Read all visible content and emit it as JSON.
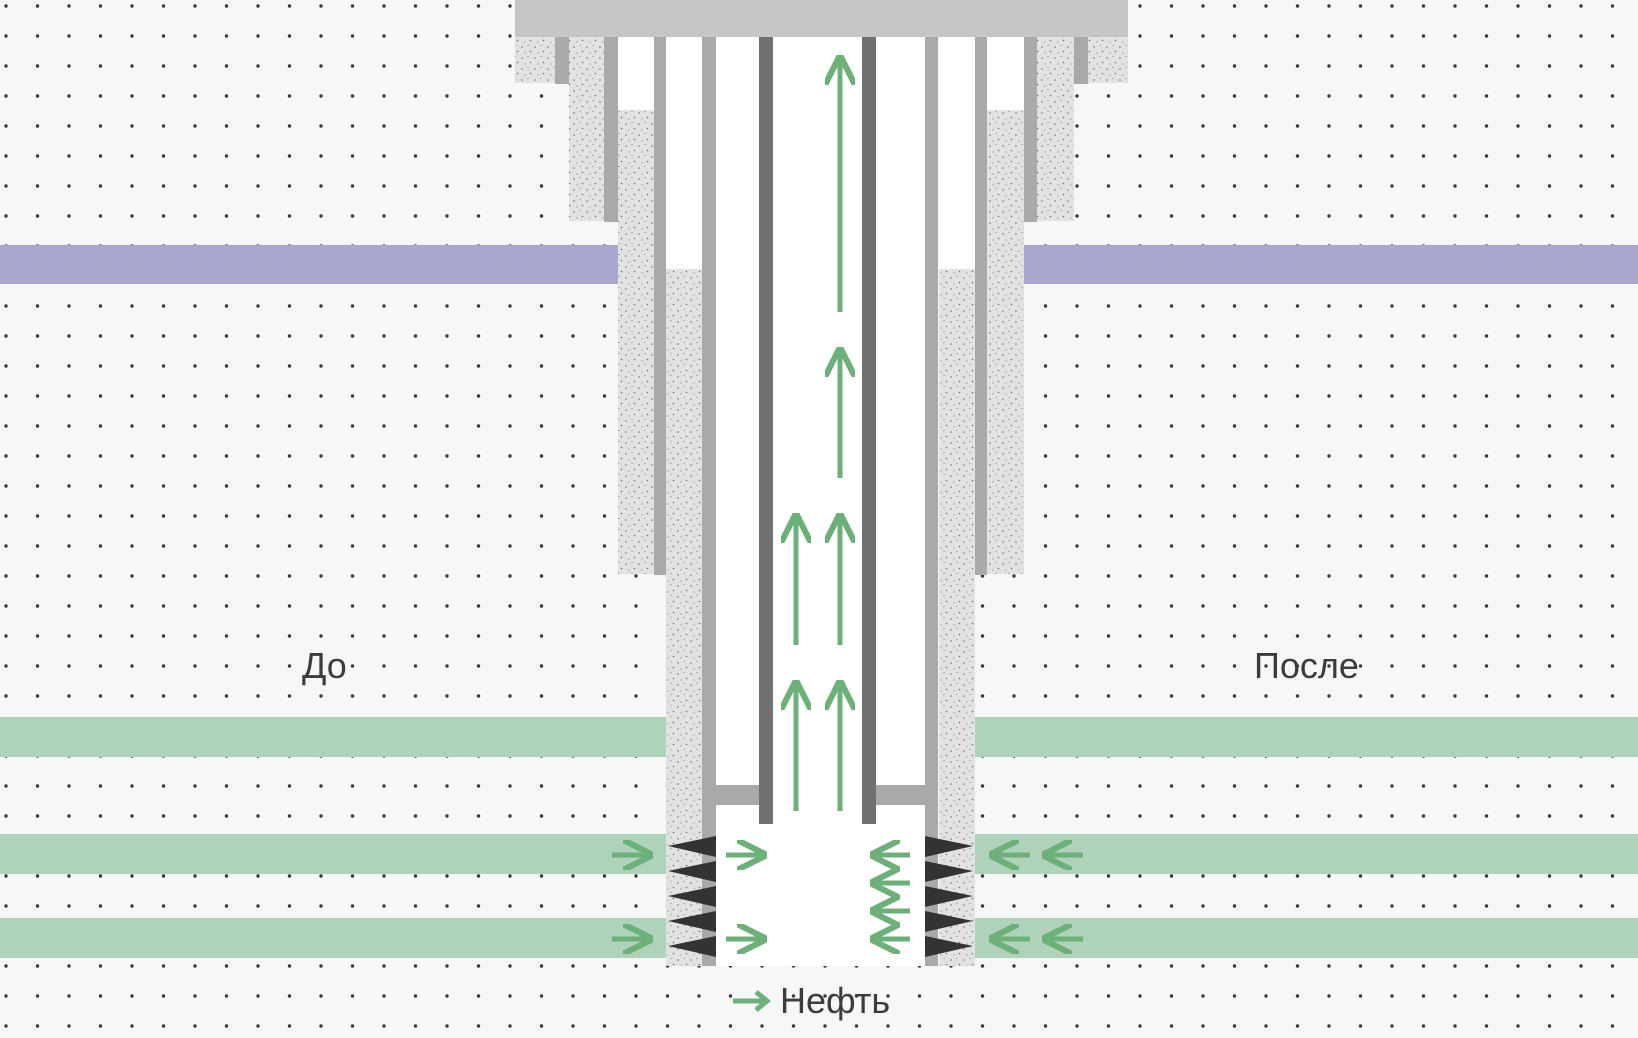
{
  "labels": {
    "before": "До",
    "after": "После"
  },
  "legend": {
    "oil_label": "Нефть",
    "oil_icon": "green-arrow-icon"
  },
  "colors": {
    "background": "#f7f7f7",
    "dots": "#3a3a3a",
    "cap": "#c6c6c5",
    "cement": "#e2e2e2",
    "casing_light": "#a9a9a9",
    "tubing_dark": "#707070",
    "water_layer": "#a9a7cf",
    "oil_layer": "#afd2bb",
    "oil_arrow": "#6db07a",
    "perforation": "#333333",
    "bore": "#ffffff"
  }
}
